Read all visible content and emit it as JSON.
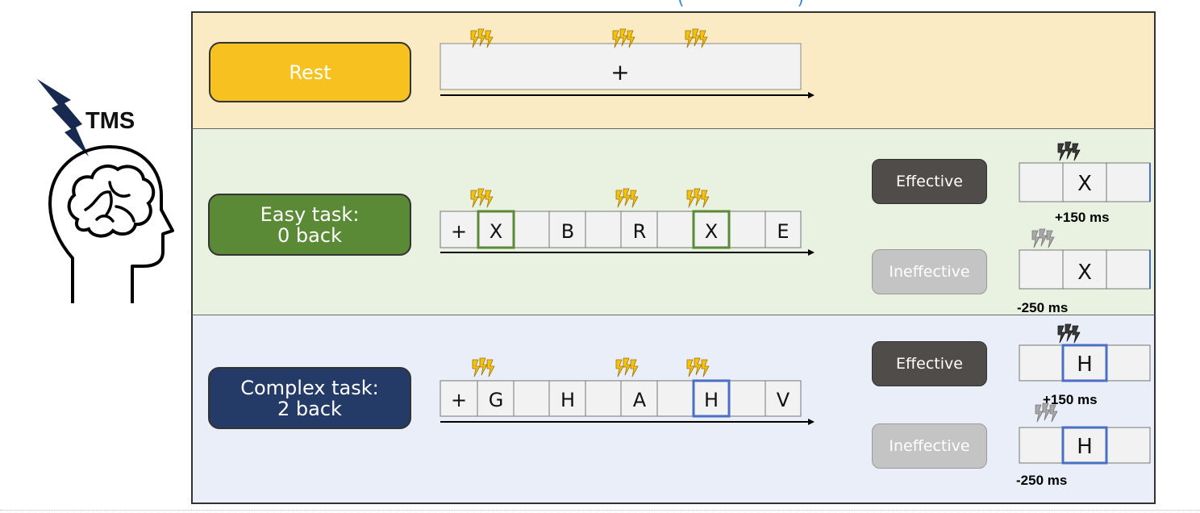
{
  "header": {
    "clipped_title": "(                    )"
  },
  "tms": {
    "label": "TMS"
  },
  "rest": {
    "label": "Rest",
    "stimulus": "+"
  },
  "easy": {
    "label": "Easy task:\n0 back",
    "cells": [
      "+",
      "X",
      "",
      "B",
      "",
      "R",
      "",
      "X",
      "",
      "E"
    ],
    "effective": {
      "label": "Effective",
      "letter": "X",
      "timing": "+150 ms"
    },
    "ineffective": {
      "label": "Ineffective",
      "letter": "X",
      "timing": "-250 ms"
    }
  },
  "complex": {
    "label": "Complex task:\n2 back",
    "cells": [
      "+",
      "G",
      "",
      "H",
      "",
      "A",
      "",
      "H",
      "",
      "V"
    ],
    "effective": {
      "label": "Effective",
      "letter": "H",
      "timing": "+150 ms"
    },
    "ineffective": {
      "label": "Ineffective",
      "letter": "H",
      "timing": "-250 ms"
    }
  },
  "colors": {
    "rest_bg": "#fbebc5",
    "easy_bg": "#e9f1e1",
    "complex_bg": "#e9eef8",
    "rest_label": "#f7c21f",
    "easy_label": "#5b8a36",
    "complex_label": "#243a67",
    "easy_highlight": "#5b8a36",
    "complex_highlight": "#4a6fc4",
    "pulse_active": "#f4c20d",
    "pulse_effective": "#3b3b3b",
    "pulse_ineffective": "#a8a8a8"
  },
  "icons": [
    "brain-head-icon",
    "tms-bolt-icon",
    "tms-pulse-icon"
  ]
}
